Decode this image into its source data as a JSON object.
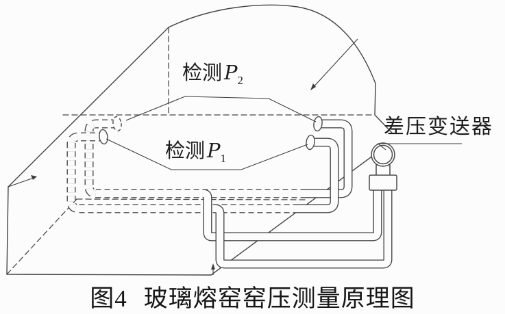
{
  "figure_labels": {
    "p2": {
      "prefix": "检测",
      "symbol": "P",
      "subscript": "2"
    },
    "p1": {
      "prefix": "检测",
      "symbol": "P",
      "subscript": "1"
    },
    "transmitter_label": "差压变送器"
  },
  "caption": {
    "number": "图4",
    "title": "玻璃熔窑窑压测量原理图"
  },
  "colors": {
    "line": "#4a4a4a",
    "text": "#1d1d1d",
    "background": "#fcfcfc"
  }
}
